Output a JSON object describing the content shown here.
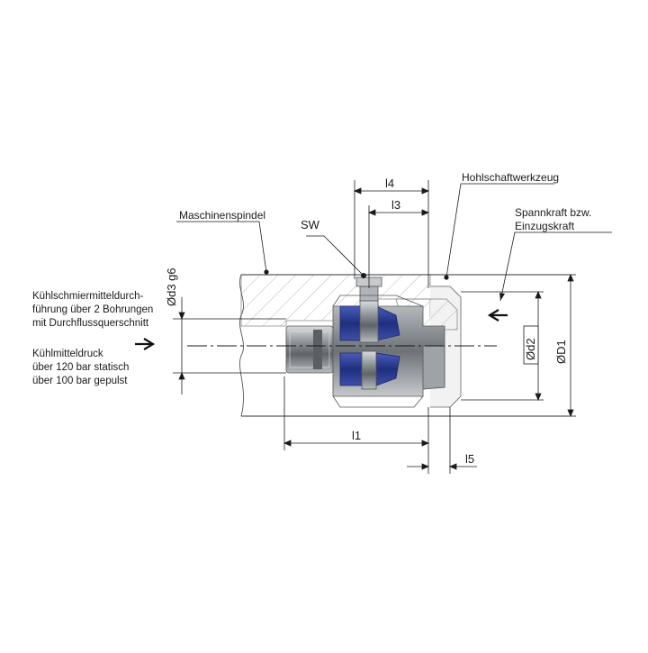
{
  "labels": {
    "hollow_shank_tool": "Hohlschaftwerkzeug",
    "machine_spindle": "Maschinenspindel",
    "clamping_force_line1": "Spannkraft bzw.",
    "clamping_force_line2": "Einzugskraft",
    "wrench_size": "SW"
  },
  "dimensions": {
    "l1": "l1",
    "l3": "l3",
    "l4": "l4",
    "l5": "l5",
    "d2": "Ød2",
    "d3": "Ød3 g6",
    "D1": "ØD1"
  },
  "coolant_supply": {
    "line1": "Kühlschmiermitteldurch-",
    "line2": "führung über 2 Bohrungen",
    "line3": "mit Durchflussquerschnitt"
  },
  "coolant_pressure": {
    "line1": "Kühlmitteldruck",
    "line2": "über 120 bar statisch",
    "line3": "über 100 bar gepulst"
  },
  "colors": {
    "hatch_fill": "#ffffff",
    "hatch_line": "#9a9a9a",
    "steel": "#8c9196",
    "blue_part": "#283a8c",
    "line": "#1a1a1a"
  },
  "icons": {
    "coolant_arrow": "arrow-right-icon",
    "force_arrow": "arrow-left-icon"
  }
}
